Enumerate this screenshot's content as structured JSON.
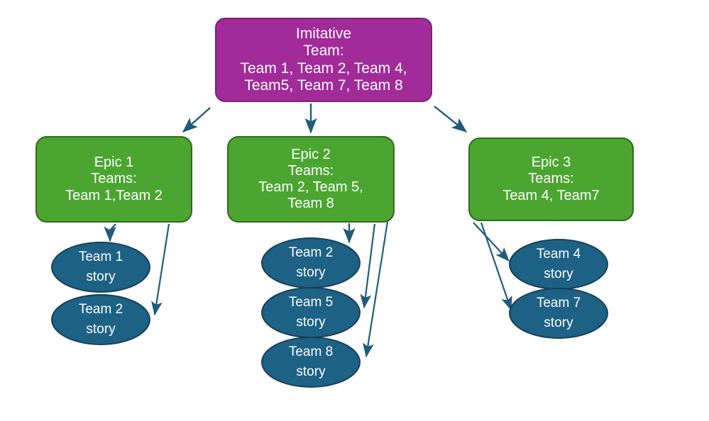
{
  "diagram": {
    "title": "Initiative to Epic to Team Story breakdown",
    "colors": {
      "initiative_fill": "#A12B98",
      "initiative_border": "#7E1F78",
      "epic_fill": "#4CA531",
      "epic_border": "#2F6B1E",
      "story_fill": "#1D6184",
      "story_border": "#173F56",
      "arrow": "#1F5C7A",
      "background": "#FFFFFF",
      "text": "#FFFFFF"
    },
    "initiative": {
      "id": "initiative",
      "lines": [
        "Imitative",
        "Team:",
        "Team 1, Team 2, Team 4,",
        "Team5, Team 7, Team 8"
      ]
    },
    "epics": [
      {
        "id": "epic-1",
        "lines": [
          "Epic 1",
          "Teams:",
          "Team 1,Team 2"
        ]
      },
      {
        "id": "epic-2",
        "lines": [
          "Epic 2",
          "Teams:",
          "Team 2, Team 5,",
          "Team 8"
        ]
      },
      {
        "id": "epic-3",
        "lines": [
          "Epic 3",
          "Teams:",
          "Team 4, Team7"
        ]
      }
    ],
    "stories": [
      {
        "id": "story-team-1",
        "lines": [
          "Team 1",
          "story"
        ]
      },
      {
        "id": "story-team-2-a",
        "lines": [
          "Team 2",
          "story"
        ]
      },
      {
        "id": "story-team-2-b",
        "lines": [
          "Team 2",
          "story"
        ]
      },
      {
        "id": "story-team-5",
        "lines": [
          "Team 5",
          "story"
        ]
      },
      {
        "id": "story-team-8",
        "lines": [
          "Team 8",
          "story"
        ]
      },
      {
        "id": "story-team-4",
        "lines": [
          "Team 4",
          "story"
        ]
      },
      {
        "id": "story-team-7",
        "lines": [
          "Team 7",
          "story"
        ]
      }
    ],
    "connectors": [
      {
        "from": "initiative",
        "to": "epic-1",
        "style": "diagonal-arrow"
      },
      {
        "from": "initiative",
        "to": "epic-2",
        "style": "vertical-arrow"
      },
      {
        "from": "initiative",
        "to": "epic-3",
        "style": "diagonal-arrow"
      },
      {
        "from": "epic-1",
        "to": "story-team-1",
        "style": "hooked-arrow"
      },
      {
        "from": "epic-1",
        "to": "story-team-2-a",
        "style": "diagonal-arrow"
      },
      {
        "from": "epic-2",
        "to": "story-team-2-b",
        "style": "vertical-arrow"
      },
      {
        "from": "epic-2",
        "to": "story-team-5",
        "style": "diagonal-arrow"
      },
      {
        "from": "epic-2",
        "to": "story-team-8",
        "style": "diagonal-arrow"
      },
      {
        "from": "epic-3",
        "to": "story-team-4",
        "style": "diagonal-arrow"
      },
      {
        "from": "epic-3",
        "to": "story-team-7",
        "style": "diagonal-arrow"
      }
    ]
  }
}
